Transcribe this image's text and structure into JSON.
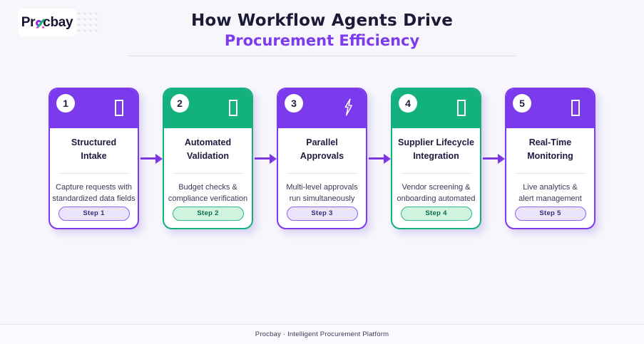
{
  "theme": {
    "background": "#f7f6fb",
    "purple": "#7c3aed",
    "green": "#13b17e",
    "arrow": "#7e35e3",
    "title_dark": "#1b1b38",
    "title_purple": "#7d3bf0"
  },
  "logo": {
    "prefix": "Pr",
    "suffix": "cbay"
  },
  "header": {
    "title": "How Workflow Agents Drive",
    "subtitle": "Procurement Efficiency"
  },
  "steps": [
    {
      "number": "1",
      "theme": "purple",
      "icon": "placeholder-box",
      "title": "Structured\nIntake",
      "description": "Capture requests with\nstandardized data fields",
      "step_label": "Step 1"
    },
    {
      "number": "2",
      "theme": "green",
      "icon": "placeholder-box",
      "title": "Automated\nValidation",
      "description": "Budget checks &\ncompliance verification",
      "step_label": "Step 2"
    },
    {
      "number": "3",
      "theme": "purple",
      "icon": "lightning",
      "title": "Parallel\nApprovals",
      "description": "Multi-level approvals\nrun simultaneously",
      "step_label": "Step 3"
    },
    {
      "number": "4",
      "theme": "green",
      "icon": "placeholder-box",
      "title": "Supplier Lifecycle\nIntegration",
      "description": "Vendor screening &\nonboarding automated",
      "step_label": "Step 4"
    },
    {
      "number": "5",
      "theme": "purple",
      "icon": "placeholder-box",
      "title": "Real-Time\nMonitoring",
      "description": "Live analytics &\nalert management",
      "step_label": "Step 5"
    }
  ],
  "footer": {
    "text": "Procbay  ·  Intelligent Procurement Platform"
  }
}
